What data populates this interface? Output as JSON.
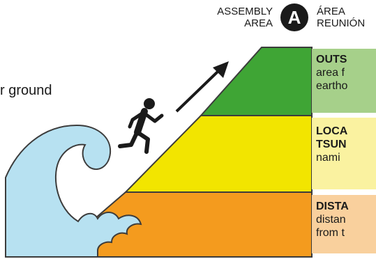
{
  "assembly": {
    "label_en_line1": "ASSEMBLY",
    "label_en_line2": "AREA",
    "badge_letter": "A",
    "label_es_line1": "ÁREA",
    "label_es_line2": "REUNIÓN"
  },
  "higher_ground_text": "r ground",
  "zones": [
    {
      "title_line1": "OUTS",
      "title_line2": "",
      "body_line1": "area f",
      "body_line2": "eartho",
      "color": "#3fa535",
      "panel_color": "#a6d08a"
    },
    {
      "title_line1": "LOCA",
      "title_line2": "TSUN",
      "body_line1": "nami",
      "body_line2": "",
      "color": "#f2e500",
      "panel_color": "#faf2a0"
    },
    {
      "title_line1": "DISTA",
      "title_line2": "",
      "body_line1": "distan",
      "body_line2": "from t",
      "color": "#f49b1e",
      "panel_color": "#f9d09d"
    }
  ],
  "colors": {
    "wave": "#b7e1f1",
    "outline": "#3c3c3c",
    "text": "#1a1a1a"
  },
  "icons": [
    "running-person-icon",
    "arrow-up-right-icon",
    "assembly-area-a-icon",
    "tsunami-wave-icon"
  ]
}
